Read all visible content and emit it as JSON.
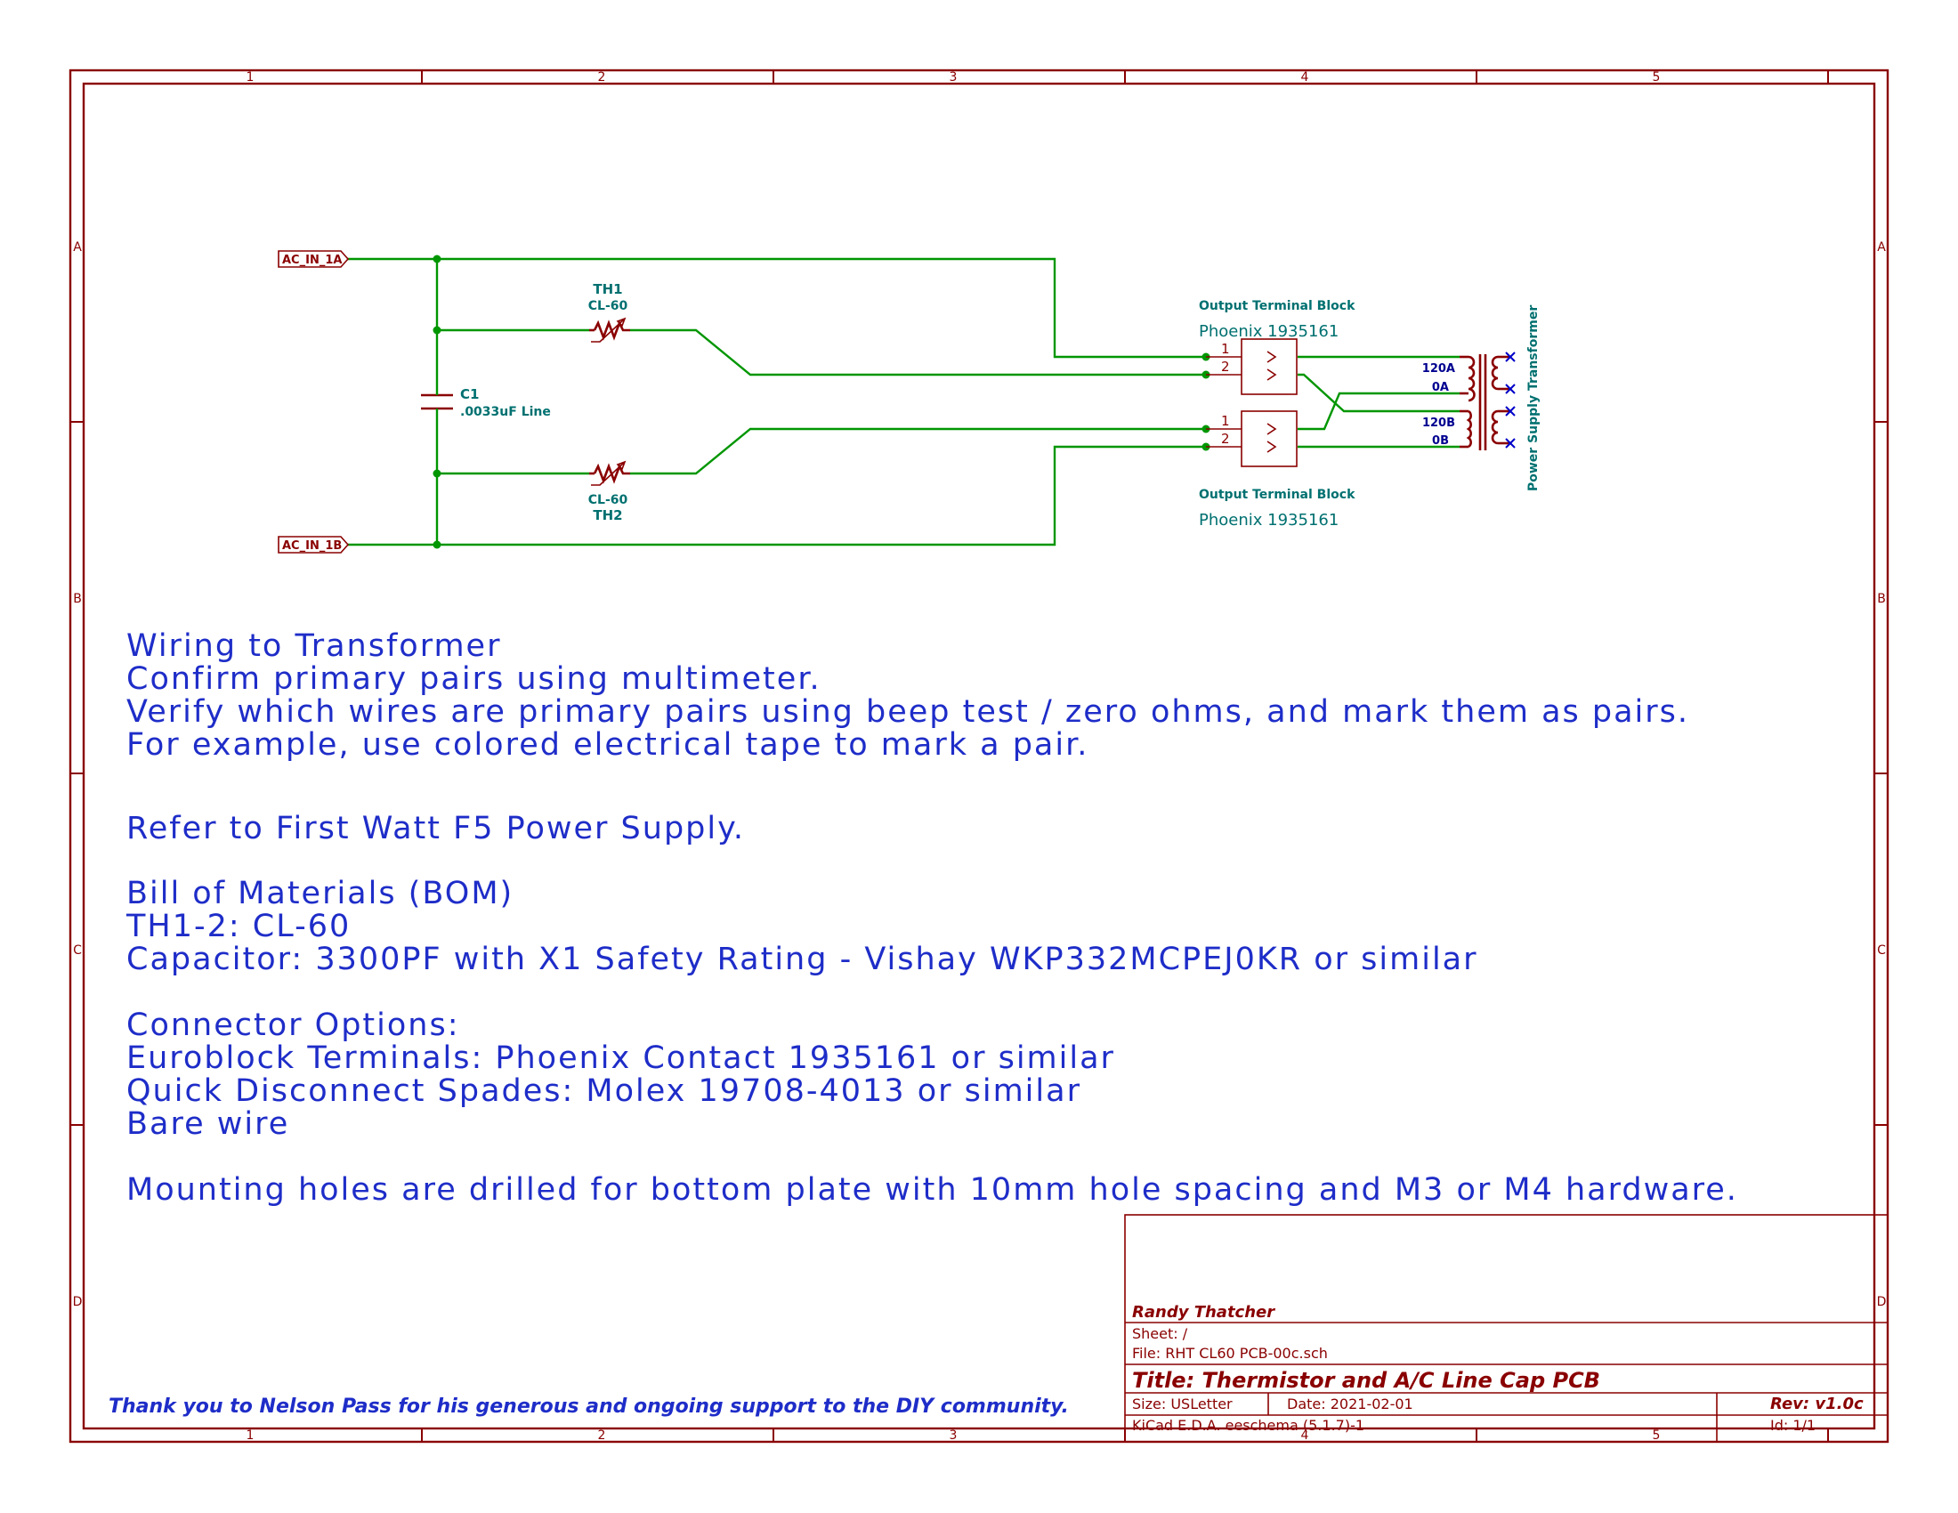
{
  "schematic": {
    "global_labels": {
      "in_a": "AC_IN_1A",
      "in_b": "AC_IN_1B"
    },
    "th1": {
      "ref": "TH1",
      "value": "CL-60"
    },
    "th2": {
      "ref": "TH2",
      "value": "CL-60"
    },
    "c1": {
      "ref": "C1",
      "value": ".0033uF Line"
    },
    "terminal_block_top": {
      "title": "Output Terminal Block",
      "part": "Phoenix 1935161",
      "pins": [
        "1",
        "2"
      ]
    },
    "terminal_block_bottom": {
      "title": "Output Terminal Block",
      "part": "Phoenix 1935161",
      "pins": [
        "1",
        "2"
      ]
    },
    "transformer": {
      "name": "Power Supply Transformer",
      "pins": [
        "120A",
        "0A",
        "120B",
        "0B"
      ]
    }
  },
  "zones": {
    "columns": [
      "1",
      "2",
      "3",
      "4",
      "5"
    ],
    "rows": [
      "A",
      "B",
      "C",
      "D"
    ]
  },
  "notes": [
    "Wiring to Transformer",
    "Confirm primary pairs using multimeter.",
    "Verify which wires are primary pairs using beep test / zero ohms, and mark them as pairs.",
    "For example, use colored electrical tape to mark a pair.",
    "Refer to First Watt F5 Power Supply.",
    "Bill of Materials (BOM)",
    "TH1-2: CL-60",
    "Capacitor:  3300PF with X1 Safety Rating - Vishay WKP332MCPEJ0KR or similar",
    "Connector Options:",
    "Euroblock Terminals: Phoenix Contact 1935161 or similar",
    "Quick Disconnect Spades: Molex 19708-4013 or similar",
    "Bare wire",
    "Mounting holes are drilled for bottom plate with 10mm hole spacing and M3 or M4 hardware."
  ],
  "thanks": "Thank you to Nelson Pass for his generous and ongoing support to the DIY community.",
  "title_block": {
    "company": "Randy Thatcher",
    "sheet": "Sheet: /",
    "file": "File: RHT CL60 PCB-00c.sch",
    "title": "Title: Thermistor and A/C Line Cap PCB",
    "size": "Size: USLetter",
    "date": "Date: 2021-02-01",
    "rev": "Rev: v1.0c",
    "tool": "KiCad E.D.A.  eeschema (5.1.7)-1",
    "id": "Id: 1/1"
  },
  "colors": {
    "border": "#8a0000",
    "wire": "#009600",
    "notes": "#1e2dc8",
    "reference": "#007070"
  }
}
